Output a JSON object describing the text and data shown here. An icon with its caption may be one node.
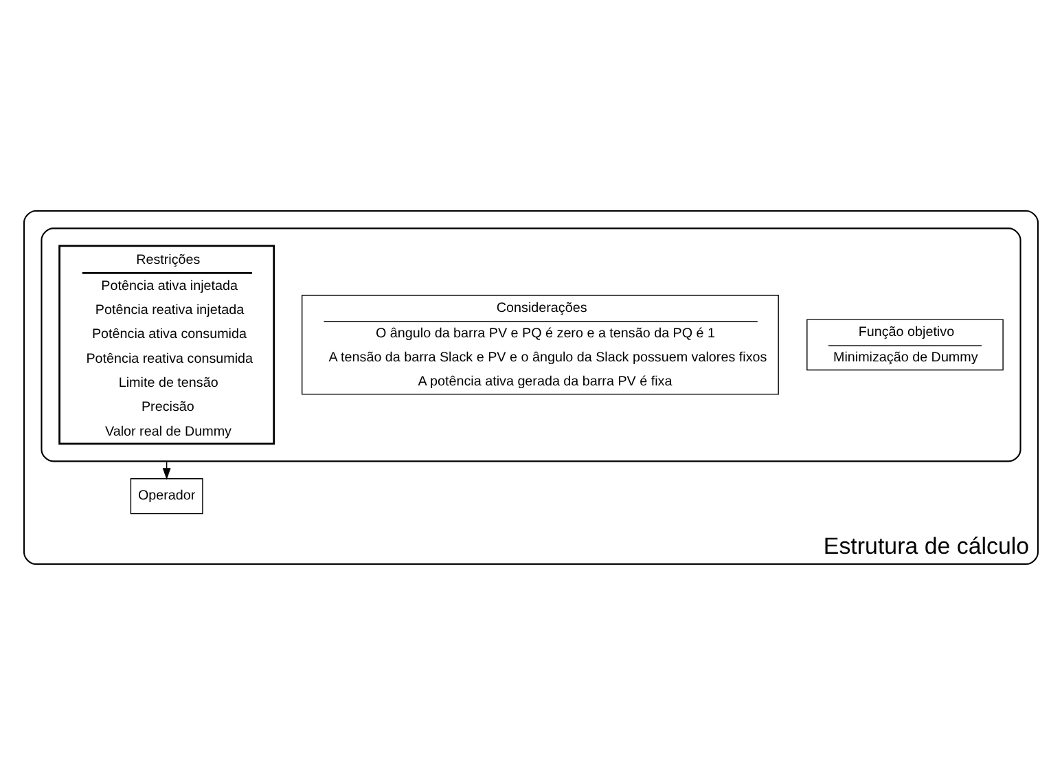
{
  "diagram": {
    "nodes": [
      {
        "text": [
          "Estrutura de cálculo"
        ]
      },
      {
        "text": [],
        "shape": "box",
        "in": 0
      },
      {
        "text": [
          "Função objetivo",
          "Minimização de Dummy"
        ],
        "in": 1
      },
      {
        "text": [
          "Considerações",
          "O ângulo da barra PV e PQ é zero e a tensão da PQ é 1",
          "A tensão da barra Slack e PV e o ângulo da Slack possuem valores fixos",
          "A potência ativa gerada da barra PV é fixa"
        ],
        "in": 1
      },
      {
        "text": [
          "Restrições",
          "Potência ativa injetada",
          "Potência reativa injetada",
          "Potência ativa consumida",
          "Potência reativa consumida",
          "Limite de tensão",
          "Precisão",
          "Valor real de Dummy"
        ],
        "in": 1
      },
      {
        "text": [
          "Operador"
        ],
        "in": 0
      }
    ],
    "edges": [
      {
        "from": 1,
        "to": 5,
        "arrow": "to"
      }
    ]
  }
}
